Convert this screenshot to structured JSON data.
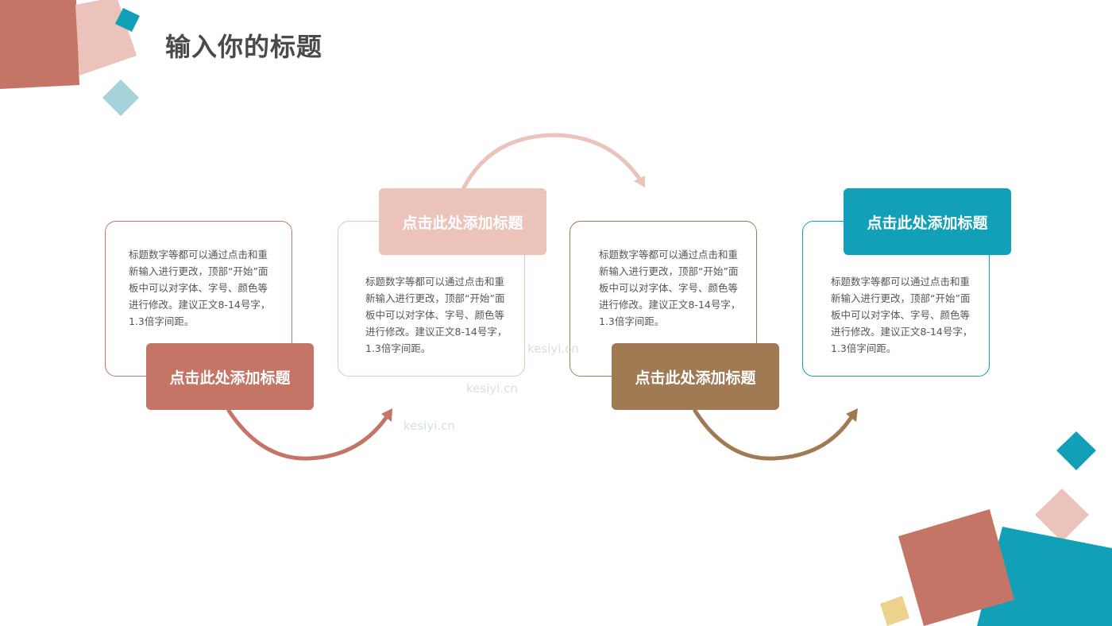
{
  "title": "输入你的标题",
  "colors": {
    "rust": "#c57565",
    "pink": "#ebc3ba",
    "brown": "#a07a52",
    "teal": "#11a0b7",
    "yellow": "#edd28d",
    "lightblue": "#a6d2d9"
  },
  "steps": [
    {
      "heading": "点击此处添加标题",
      "body": "标题数字等都可以通过点击和重新输入进行更改，顶部“开始”面板中可以对字体、字号、颜色等进行修改。建议正文8-14号字，1.3倍字间距。"
    },
    {
      "heading": "点击此处添加标题",
      "body": "标题数字等都可以通过点击和重新输入进行更改，顶部“开始”面板中可以对字体、字号、颜色等进行修改。建议正文8-14号字，1.3倍字间距。"
    },
    {
      "heading": "点击此处添加标题",
      "body": "标题数字等都可以通过点击和重新输入进行更改，顶部“开始”面板中可以对字体、字号、颜色等进行修改。建议正文8-14号字，1.3倍字间距。"
    },
    {
      "heading": "点击此处添加标题",
      "body": "标题数字等都可以通过点击和重新输入进行更改，顶部“开始”面板中可以对字体、字号、颜色等进行修改。建议正文8-14号字，1.3倍字间距。"
    }
  ],
  "watermark": "kesiyi.cn"
}
